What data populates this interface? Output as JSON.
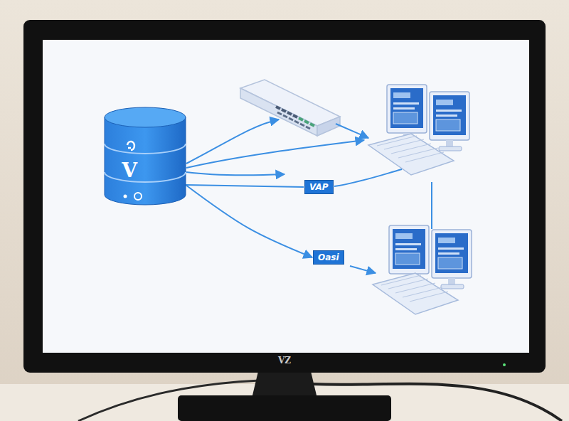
{
  "diagram": {
    "nodes": [
      {
        "text": [
          "V"
        ]
      },
      {
        "text": [
          "VAP"
        ]
      },
      {
        "text": [
          "Oasi"
        ]
      }
    ],
    "edges": [
      {
        "from": 0,
        "to": 1,
        "arrow": "none"
      },
      {
        "from": 0,
        "to": 2,
        "arrow": "to"
      }
    ],
    "labels": [
      "VZ"
    ]
  }
}
